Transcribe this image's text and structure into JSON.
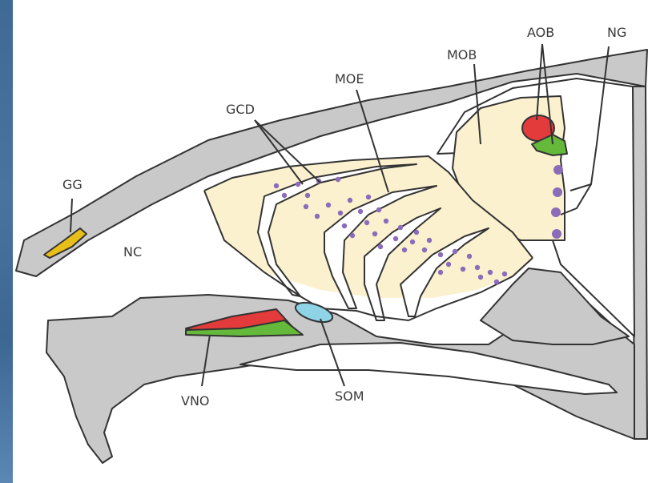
{
  "labels": {
    "gg": "GG",
    "nc": "NC",
    "gcd": "GCD",
    "moe": "MOE",
    "mob": "MOB",
    "aob": "AOB",
    "ng": "NG",
    "vno": "VNO",
    "som": "SOM"
  },
  "colors": {
    "bone": "#c9c9c9",
    "tissue": "#fbf1cf",
    "neuron_dots": "#8b6cb8",
    "gg": "#e8bf18",
    "aob_upper": "#e33b3b",
    "aob_lower": "#64b83a",
    "vno_upper": "#e33b3b",
    "vno_lower": "#64b83a",
    "som": "#8fd3e6",
    "outline": "#333333",
    "sidebar": "#4a74a0"
  }
}
